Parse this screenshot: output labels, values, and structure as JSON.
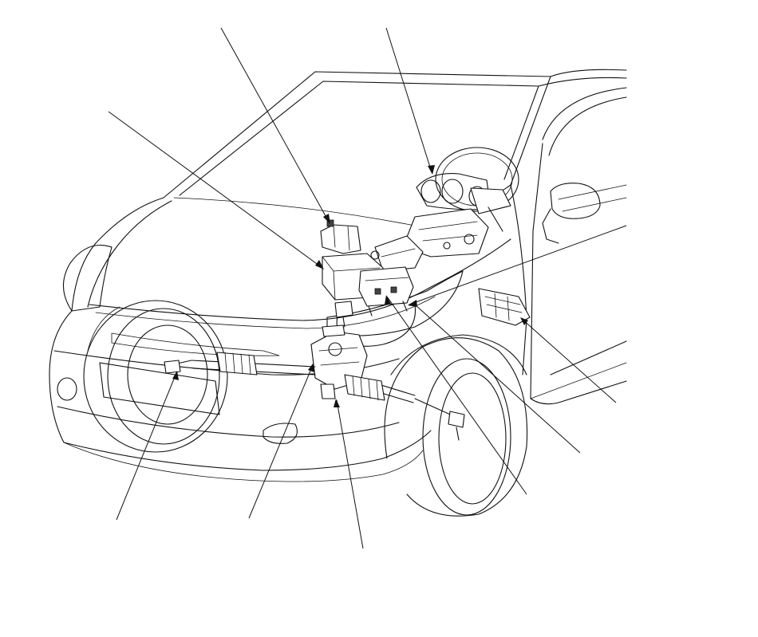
{
  "diagram": {
    "colors": {
      "line": "#111111",
      "background": "#ffffff"
    },
    "leaders": [
      {
        "id": "leader-control-unit",
        "name": "leader-control-unit"
      },
      {
        "id": "leader-gauge-cluster",
        "name": "leader-gauge-cluster"
      },
      {
        "id": "leader-relay-box",
        "name": "leader-relay-box"
      },
      {
        "id": "leader-underdash-fuse-box",
        "name": "leader-underdash-fuse-box"
      },
      {
        "id": "leader-motor-connector",
        "name": "leader-motor-connector"
      },
      {
        "id": "leader-torque-sensor",
        "name": "leader-torque-sensor"
      },
      {
        "id": "leader-tie-rod-left",
        "name": "leader-tie-rod-left"
      },
      {
        "id": "leader-steering-gearbox",
        "name": "leader-steering-gearbox"
      },
      {
        "id": "leader-gearbox-mount",
        "name": "leader-gearbox-mount"
      }
    ]
  }
}
